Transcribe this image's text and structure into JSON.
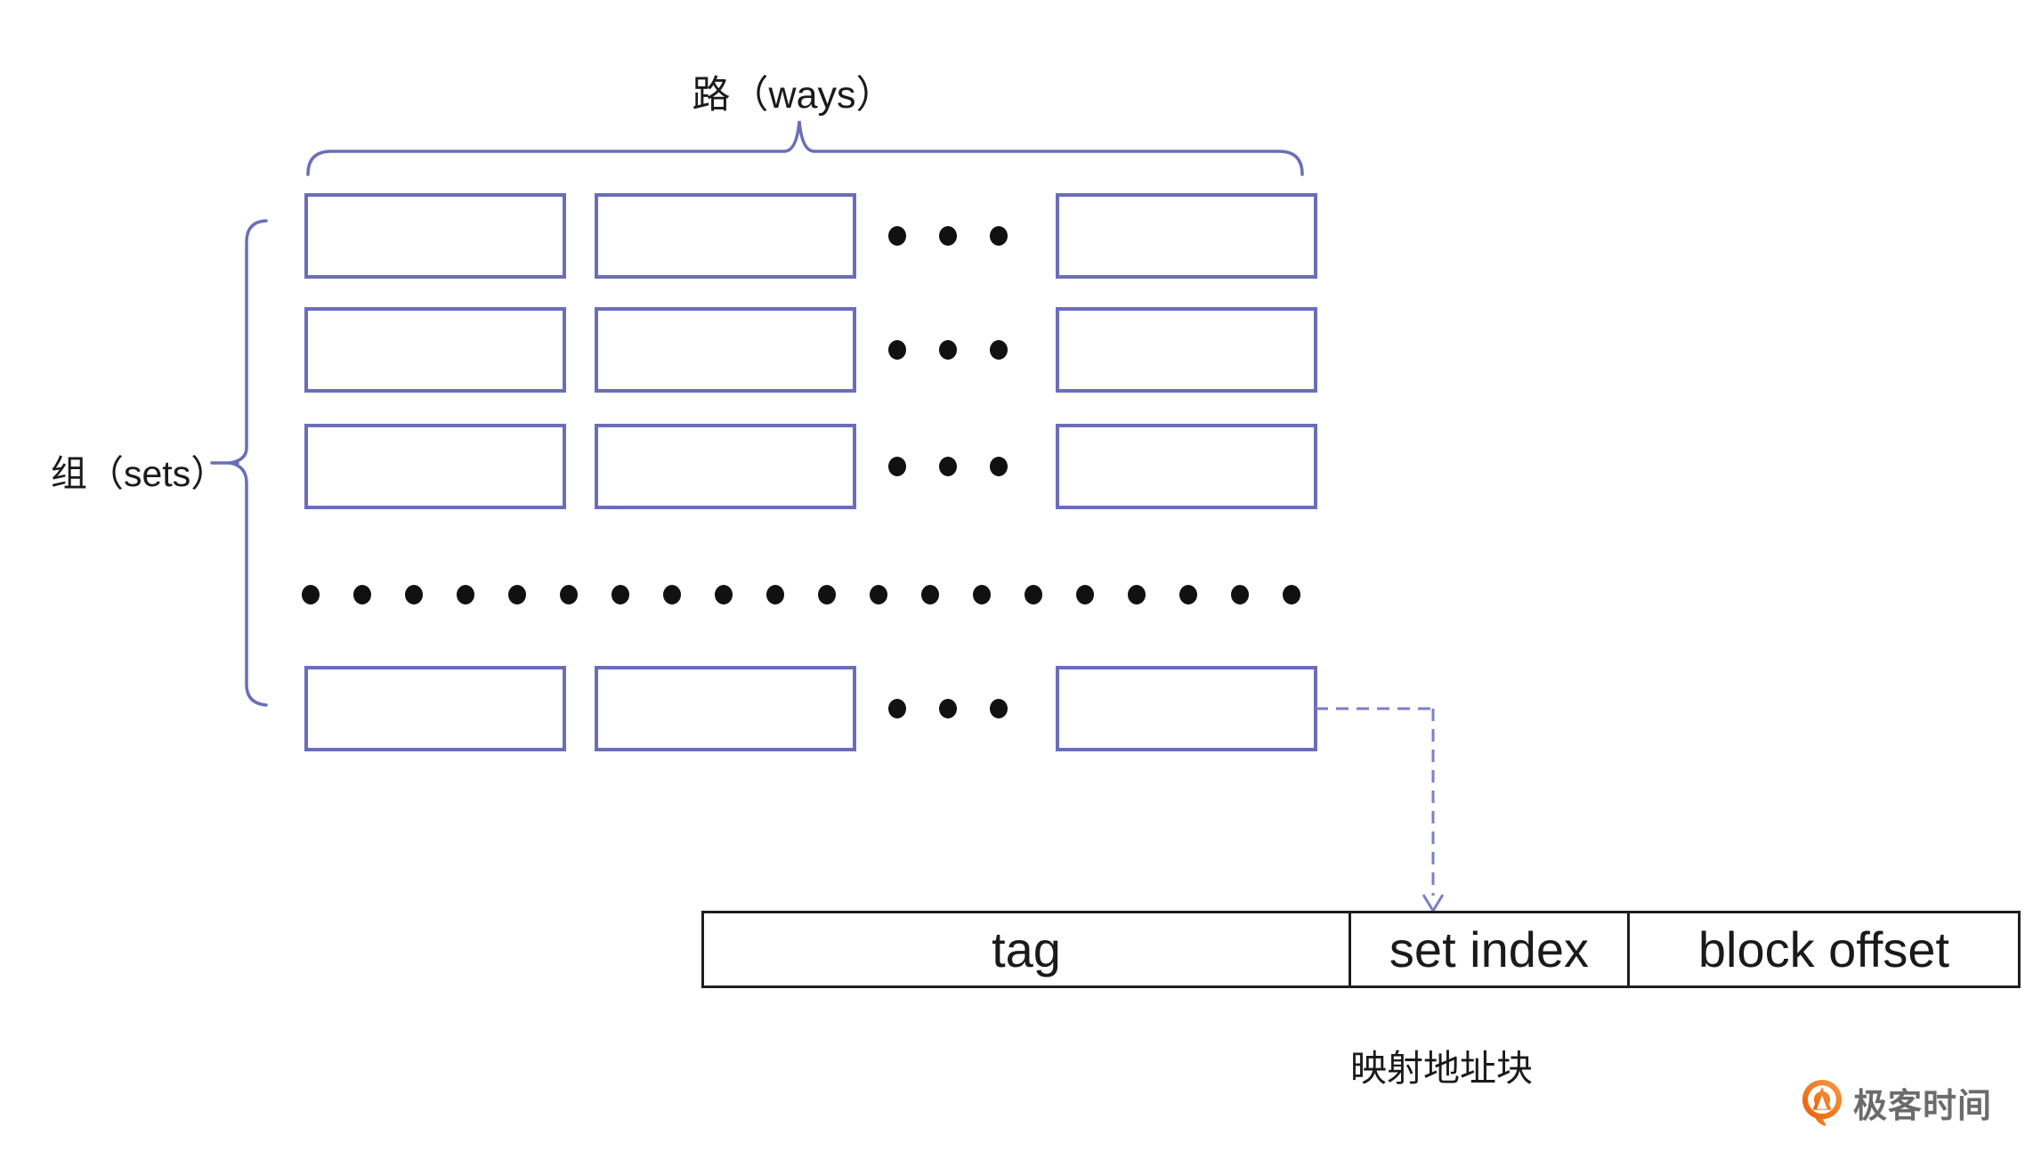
{
  "labels": {
    "ways": "路（ways）",
    "sets": "组（sets）",
    "mapped_address_block": "映射地址块"
  },
  "address": {
    "fields": [
      {
        "label": "tag"
      },
      {
        "label": "set index"
      },
      {
        "label": "block offset"
      }
    ]
  },
  "grid": {
    "visible_rows": 4,
    "visible_cols": 3,
    "way_ellipsis_dots_per_row": 3,
    "set_ellipsis_dots": 20
  },
  "brand": {
    "name": "极客时间",
    "icon": "geektime-logo"
  },
  "colors": {
    "shape_purple": "#6a6eb8",
    "dash_purple": "#7b7fc8",
    "dot_black": "#111111",
    "table_border": "#1f1f1f",
    "text_black": "#1a1a1a",
    "brand_orange": "#ee7417",
    "brand_orange_light": "#f89a43",
    "brand_gray": "#6b6b6b"
  }
}
